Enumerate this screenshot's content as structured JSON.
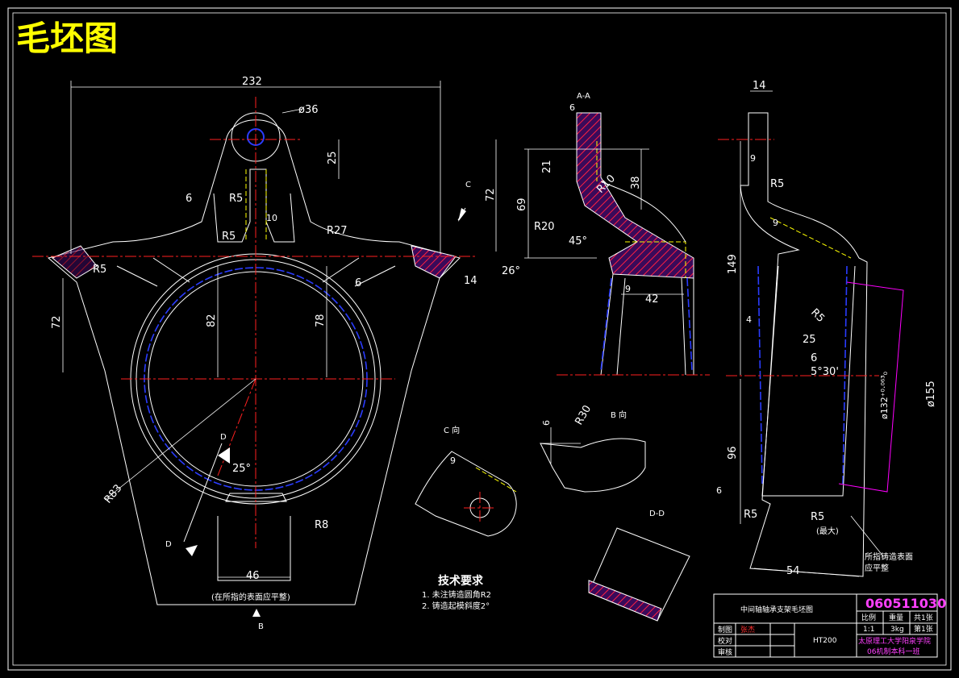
{
  "title": "毛坯图",
  "views": {
    "main": {
      "dims": {
        "width_232": "232",
        "hole_d36": "ø36",
        "d25": "25",
        "d72_right": "72",
        "r5_top": "R5",
        "d10": "10",
        "d6_left": "6",
        "r5_mid": "R5",
        "r27": "R27",
        "r5_left": "R5",
        "d72_left": "72",
        "d82": "82",
        "d78": "78",
        "d6_right": "6",
        "d14": "14",
        "ang26": "26°",
        "ang25": "25°",
        "r83": "R83",
        "r8": "R8",
        "d46": "46"
      },
      "note_bottom": "(在所指的表面应平整)",
      "arrow_b": "B",
      "arrow_c": "C",
      "arrow_d1": "D",
      "arrow_d2": "D"
    },
    "section_aa": {
      "label": "A-A",
      "dims": {
        "d6": "6",
        "d21": "21",
        "d69": "69",
        "r10": "R10",
        "d38": "38",
        "r20": "R20",
        "ang45": "45°",
        "d9": "9",
        "d42": "42"
      }
    },
    "side": {
      "dims": {
        "d14": "14",
        "d9": "9",
        "r5_top": "R5",
        "d9b": "9",
        "d149": "149",
        "r5_mid": "R5",
        "d4": "4",
        "d25": "25",
        "d6": "6",
        "ang530": "5°30'",
        "d132": "ø132⁺⁰·⁰⁶³₀",
        "d155": "ø155",
        "d96": "96",
        "d6b": "6",
        "r5_bl": "R5",
        "r5_br": "R5",
        "max": "(最大)",
        "d54": "54"
      },
      "note": [
        "所指铸造表面",
        "应平整"
      ]
    },
    "view_c": {
      "label": "C 向",
      "dim": "9"
    },
    "view_b": {
      "label": "B 向",
      "dims": {
        "d6": "6",
        "r30": "R30"
      }
    },
    "section_dd": {
      "label": "D-D"
    }
  },
  "tech_req": {
    "heading": "技术要求",
    "items": [
      "1. 未注铸造圆角R2",
      "2. 铸造起模斜度2°"
    ]
  },
  "title_block": {
    "name": "中间轴轴承支架毛坯图",
    "code": "060511030",
    "headers": [
      "比例",
      "重量",
      "共1张"
    ],
    "values": [
      "1:1",
      "3kg",
      "第1张"
    ],
    "roles": [
      "制图",
      "校对",
      "审核"
    ],
    "drawer": "张杰",
    "material": "HT200",
    "school": "太原理工大学阳泉学院",
    "class": "06机制本科一班"
  },
  "colors": {
    "outline": "#ffffff",
    "center": "#ff2020",
    "hidden": "#2a3cff",
    "yellow": "#ffff00",
    "magenta": "#ff00ff"
  }
}
